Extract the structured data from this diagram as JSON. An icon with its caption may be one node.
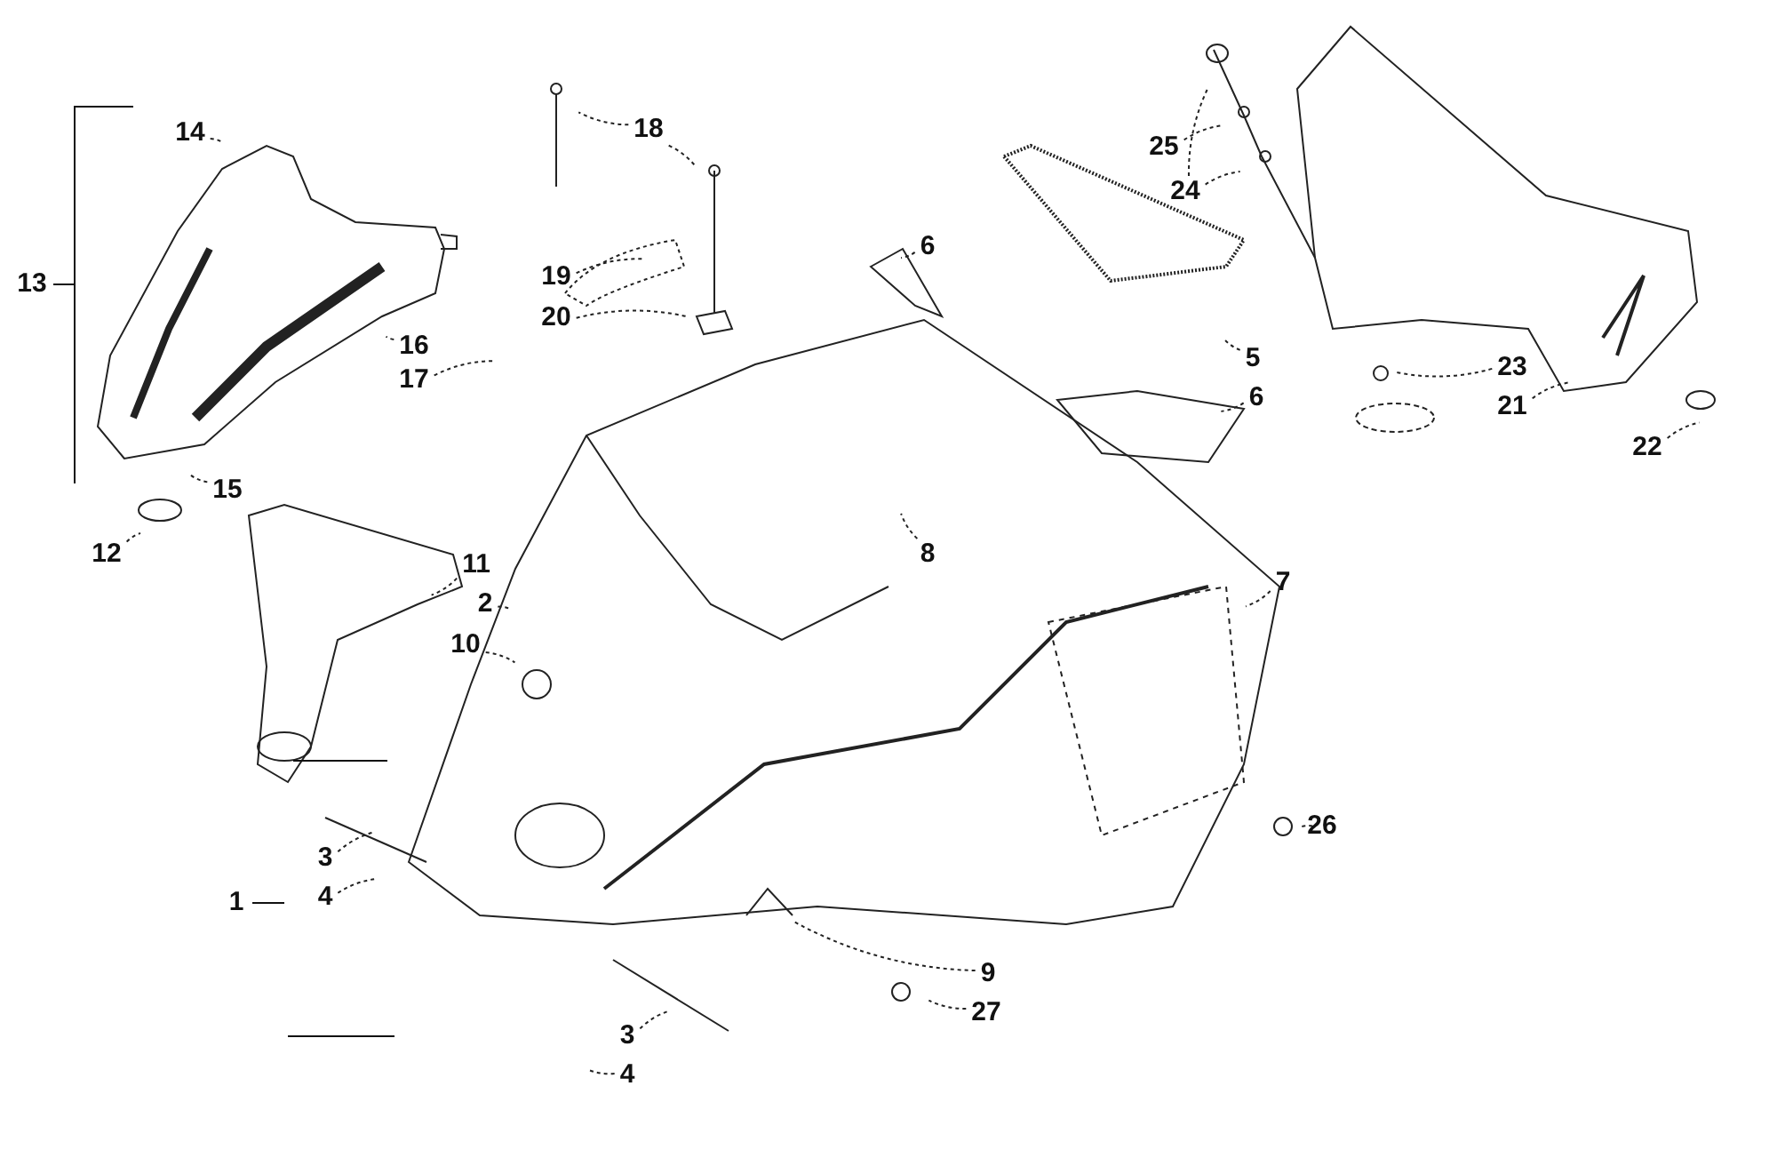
{
  "diagram": {
    "nodes": [
      {
        "text": [
          "14"
        ]
      },
      {
        "text": [
          "18"
        ]
      },
      {
        "text": [
          "25"
        ]
      },
      {
        "text": [
          "24"
        ]
      },
      {
        "text": [
          "6"
        ]
      },
      {
        "text": [
          "19"
        ]
      },
      {
        "text": [
          "20"
        ]
      },
      {
        "text": [
          "16"
        ]
      },
      {
        "text": [
          "5"
        ]
      },
      {
        "text": [
          "17"
        ]
      },
      {
        "text": [
          "23"
        ]
      },
      {
        "text": [
          "6"
        ]
      },
      {
        "text": [
          "21"
        ]
      },
      {
        "text": [
          "22"
        ]
      },
      {
        "text": [
          "15"
        ]
      },
      {
        "text": [
          "12"
        ]
      },
      {
        "text": [
          "11"
        ]
      },
      {
        "text": [
          "8"
        ]
      },
      {
        "text": [
          "7"
        ]
      },
      {
        "text": [
          "2"
        ]
      },
      {
        "text": [
          "10"
        ]
      },
      {
        "text": [
          "26"
        ]
      },
      {
        "text": [
          "3"
        ]
      },
      {
        "text": [
          "4"
        ]
      },
      {
        "text": [
          "9"
        ]
      },
      {
        "text": [
          "27"
        ]
      },
      {
        "text": [
          "3"
        ]
      },
      {
        "text": [
          "4"
        ]
      }
    ],
    "edges": [
      {
        "from": 0,
        "to": null,
        "arrow": "none"
      },
      {
        "from": 1,
        "to": null,
        "arrow": "none"
      },
      {
        "from": 1,
        "to": null,
        "arrow": "none"
      },
      {
        "from": 2,
        "to": null,
        "arrow": "none"
      },
      {
        "from": 3,
        "to": null,
        "arrow": "none"
      },
      {
        "from": 3,
        "to": null,
        "arrow": "none"
      },
      {
        "from": 4,
        "to": null,
        "arrow": "none"
      },
      {
        "from": 5,
        "to": null,
        "arrow": "none"
      },
      {
        "from": 6,
        "to": null,
        "arrow": "none"
      },
      {
        "from": 7,
        "to": null,
        "arrow": "none"
      },
      {
        "from": 8,
        "to": null,
        "arrow": "none"
      },
      {
        "from": 9,
        "to": null,
        "arrow": "none"
      },
      {
        "from": 10,
        "to": null,
        "arrow": "none"
      },
      {
        "from": 11,
        "to": null,
        "arrow": "none"
      },
      {
        "from": 12,
        "to": null,
        "arrow": "none"
      },
      {
        "from": 13,
        "to": null,
        "arrow": "none"
      },
      {
        "from": 14,
        "to": null,
        "arrow": "none"
      },
      {
        "from": 15,
        "to": null,
        "arrow": "none"
      },
      {
        "from": 16,
        "to": null,
        "arrow": "none"
      },
      {
        "from": 17,
        "to": null,
        "arrow": "none"
      },
      {
        "from": 18,
        "to": null,
        "arrow": "none"
      },
      {
        "from": 19,
        "to": null,
        "arrow": "none"
      },
      {
        "from": 20,
        "to": null,
        "arrow": "none"
      },
      {
        "from": 21,
        "to": null,
        "arrow": "none"
      },
      {
        "from": 22,
        "to": null,
        "arrow": "none"
      },
      {
        "from": 23,
        "to": null,
        "arrow": "none"
      },
      {
        "from": 24,
        "to": null,
        "arrow": "none"
      },
      {
        "from": 25,
        "to": null,
        "arrow": "none"
      },
      {
        "from": 26,
        "to": null,
        "arrow": "none"
      },
      {
        "from": 27,
        "to": null,
        "arrow": "none"
      }
    ],
    "labels": [
      "13",
      "1"
    ]
  }
}
